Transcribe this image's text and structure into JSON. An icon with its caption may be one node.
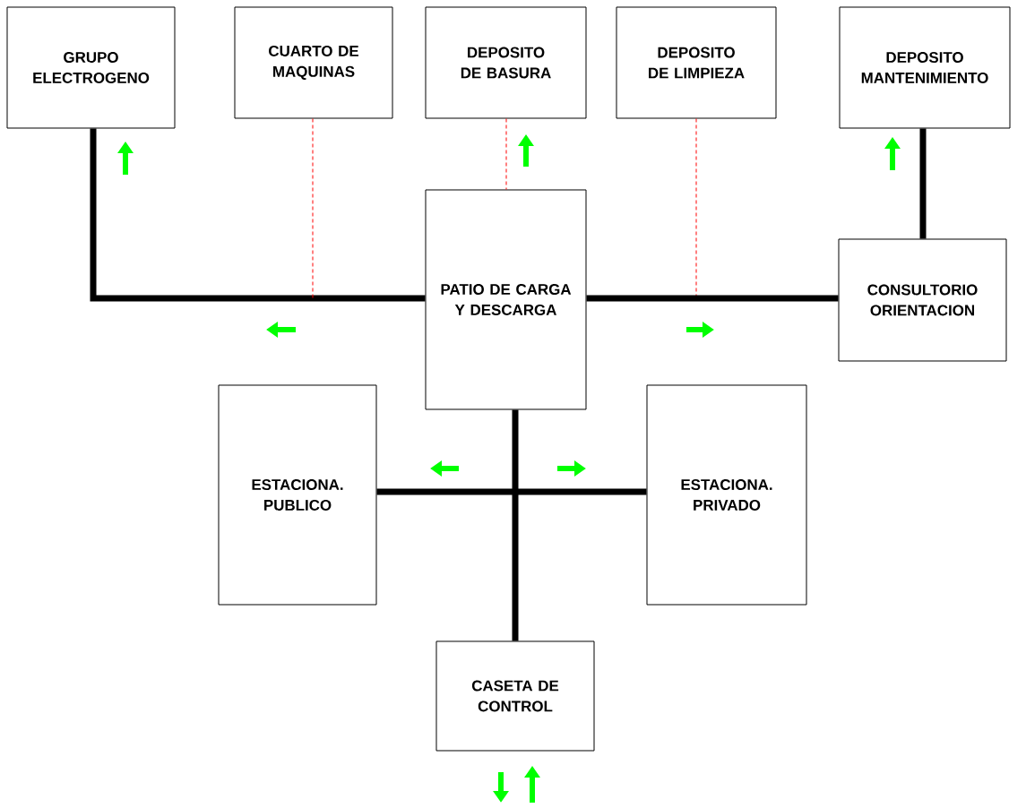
{
  "diagram": {
    "nodes": [
      {
        "text": [
          "GRUPO ELECTROGENO"
        ]
      },
      {
        "text": [
          "CUARTO DE MAQUINAS"
        ]
      },
      {
        "text": [
          "DEPOSITO DE BASURA"
        ]
      },
      {
        "text": [
          "DEPOSITO DE LIMPIEZA"
        ]
      },
      {
        "text": [
          "DEPOSITO MANTENIMIENTO"
        ]
      },
      {
        "text": [
          "PATIO DE CARGA Y DESCARGA"
        ]
      },
      {
        "text": [
          "CONSULTORIO ORIENTACION"
        ]
      },
      {
        "text": [
          "ESTACIONA. PUBLICO"
        ]
      },
      {
        "text": [
          "ESTACIONA. PRIVADO"
        ]
      },
      {
        "text": [
          "CASETA DE CONTROL"
        ]
      }
    ],
    "edges": [
      {
        "from": 0,
        "to": 5,
        "arrow": "none"
      },
      {
        "from": 1,
        "to": null,
        "arrow": "none",
        "style": "dashed",
        "color": "#ff0000"
      },
      {
        "from": 2,
        "to": 5,
        "arrow": "none",
        "style": "dashed",
        "color": "#ff0000"
      },
      {
        "from": 3,
        "to": null,
        "arrow": "none",
        "style": "dashed",
        "color": "#ff0000"
      },
      {
        "from": 5,
        "to": 6,
        "arrow": "none"
      },
      {
        "from": 4,
        "to": 6,
        "arrow": "none"
      },
      {
        "from": 5,
        "to": 9,
        "arrow": "none"
      },
      {
        "from": 7,
        "to": 8,
        "arrow": "none"
      }
    ]
  }
}
